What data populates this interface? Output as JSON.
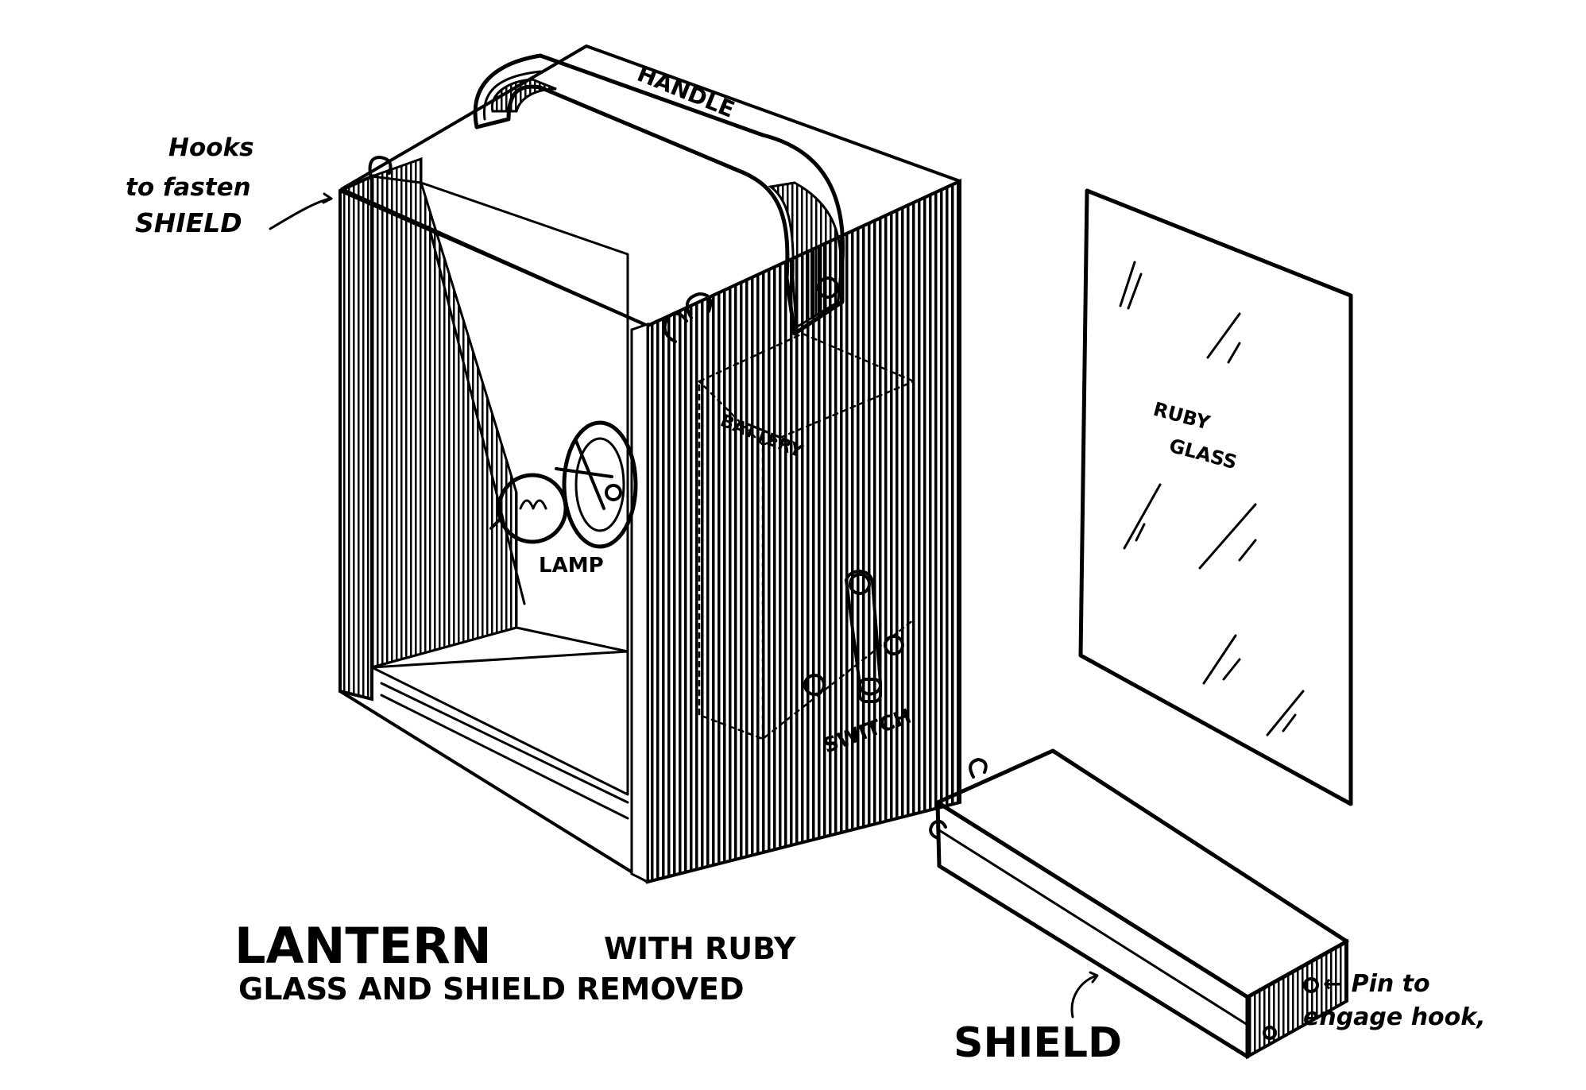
{
  "labels": {
    "hooks_line1": "Hooks",
    "hooks_line2": "to fasten",
    "hooks_line3": "SHIELD",
    "handle": "HANDLE",
    "battery": "BATTERY",
    "lamp": "LAMP",
    "switch": "SWITCH",
    "ruby_line1": "RUBY",
    "ruby_line2": "GLASS",
    "title_big": "LANTERN",
    "title_rest1": "WITH RUBY",
    "title_rest2": "GLASS AND SHIELD REMOVED",
    "shield": "SHIELD",
    "pin_line1": "← Pin to",
    "pin_line2": "engage hook,"
  }
}
